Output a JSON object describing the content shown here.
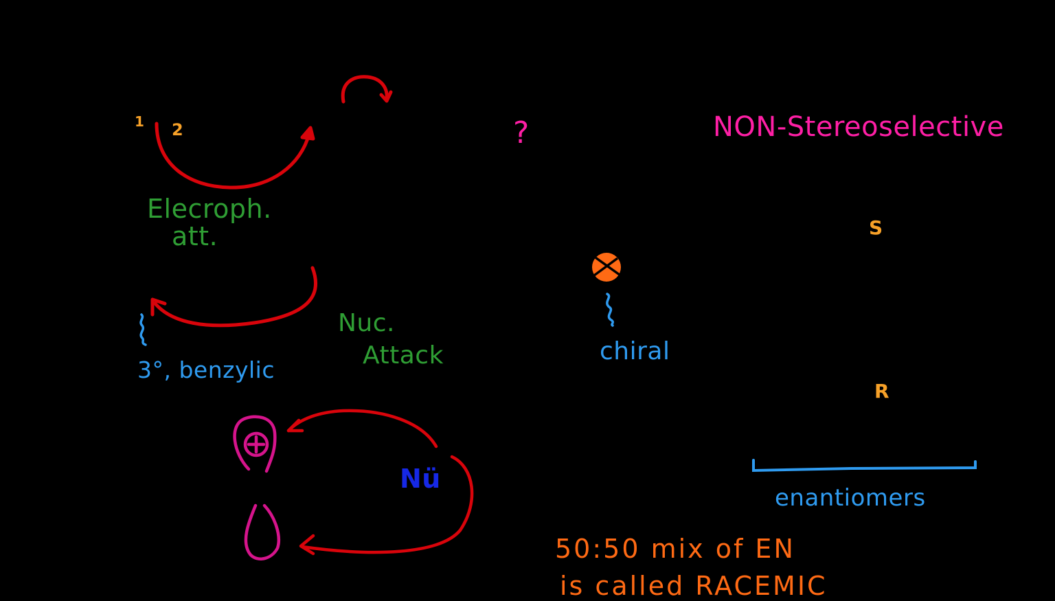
{
  "background": "#000000",
  "colors": {
    "arrow_red": "#d9040b",
    "label_orange": "#f7a128",
    "label_green": "#2f9e34",
    "label_blue": "#2f9bf0",
    "nucleophile_blue": "#1628e6",
    "heading_pink": "#ff1fa6",
    "orbital_magenta": "#d6148c",
    "note_orange": "#ff6a14"
  },
  "left_panel": {
    "step_numbers": [
      "1",
      "2"
    ],
    "electrophilic_attack": {
      "line1": "Elecroph.",
      "line2": "att."
    },
    "carbocation_note": "3°, benzylic",
    "nucleophilic_attack": {
      "line1": "Nuc.",
      "line2": "Attack"
    },
    "orbital": {
      "plus_symbol": "⊕"
    },
    "nucleophile": "Nü"
  },
  "middle_panel": {
    "question_mark": "?",
    "chiral_label": "chiral"
  },
  "right_panel": {
    "heading": "NON-Stereoselective",
    "config_top": "S",
    "config_bottom": "R",
    "bracket_label": "enantiomers"
  },
  "note": {
    "line1": "50:50 mix of EN",
    "line2": "is called RACEMIC"
  }
}
